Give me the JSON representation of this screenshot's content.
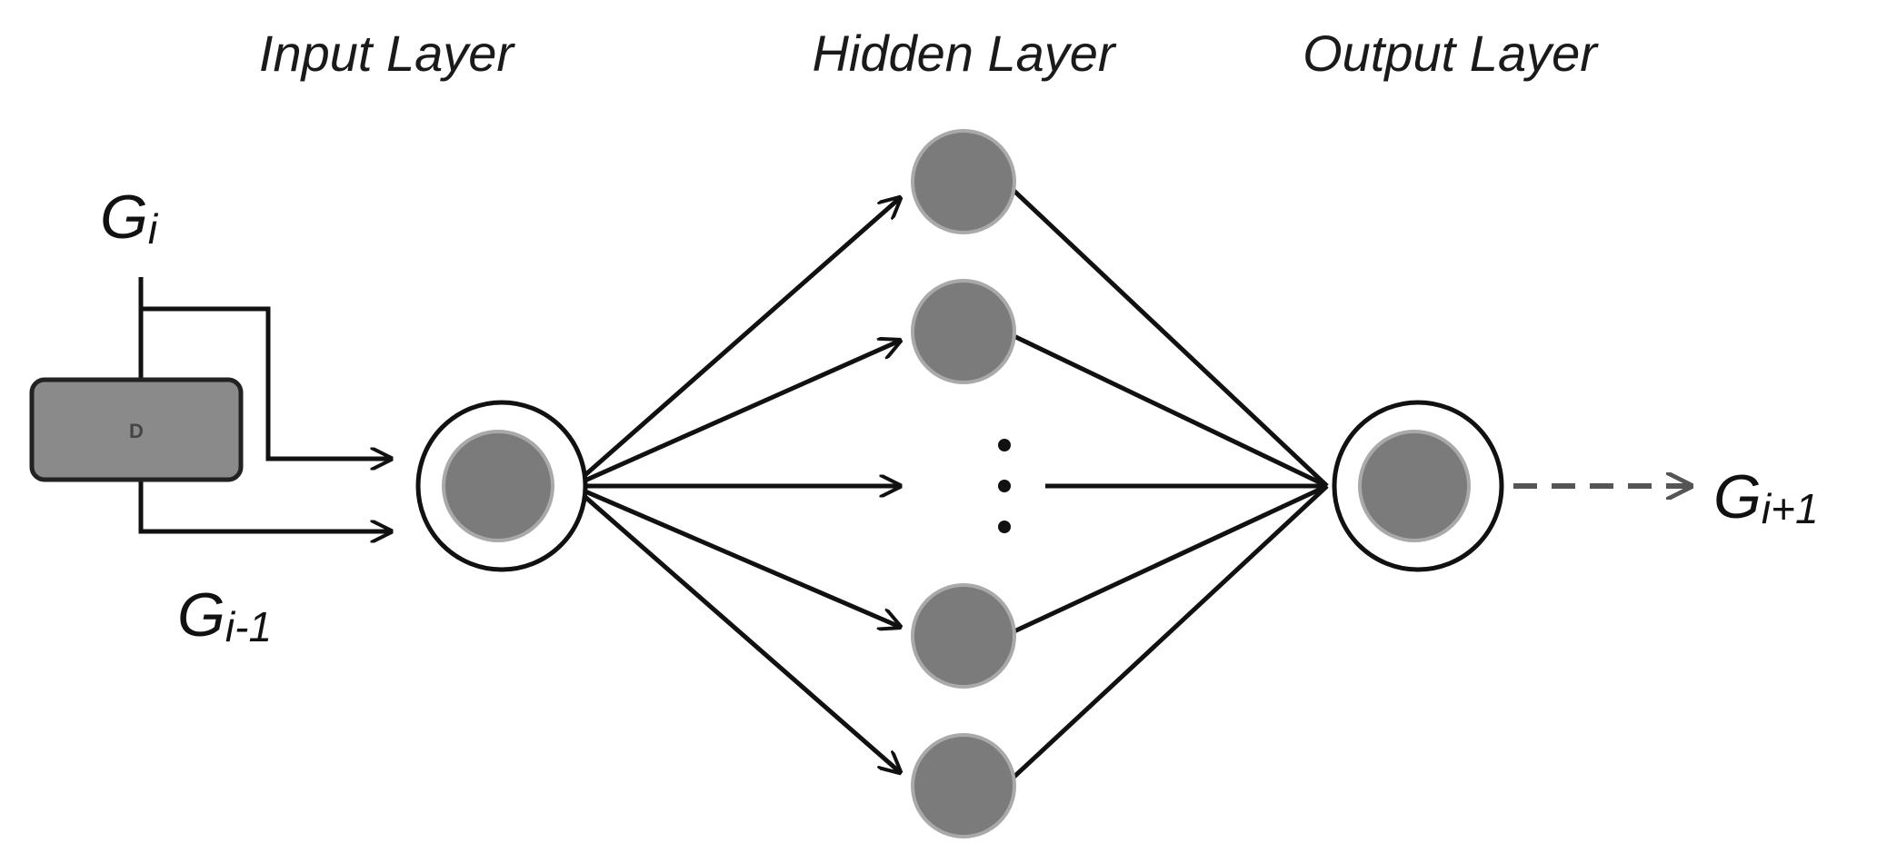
{
  "layers": {
    "input": "Input Layer",
    "hidden": "Hidden Layer",
    "output": "Output Layer"
  },
  "variables": {
    "g_i": {
      "base": "G",
      "sub": "i"
    },
    "g_i_minus_1": {
      "base": "G",
      "sub": "i-1"
    },
    "g_i_plus_1": {
      "base": "G",
      "sub": "i+1"
    }
  },
  "delay_block": {
    "label": "D"
  },
  "colors": {
    "node_fill": "#7b7b7b",
    "node_border": "#a9a9a9",
    "line": "#111111",
    "delay_fill": "#8a8a8a"
  }
}
